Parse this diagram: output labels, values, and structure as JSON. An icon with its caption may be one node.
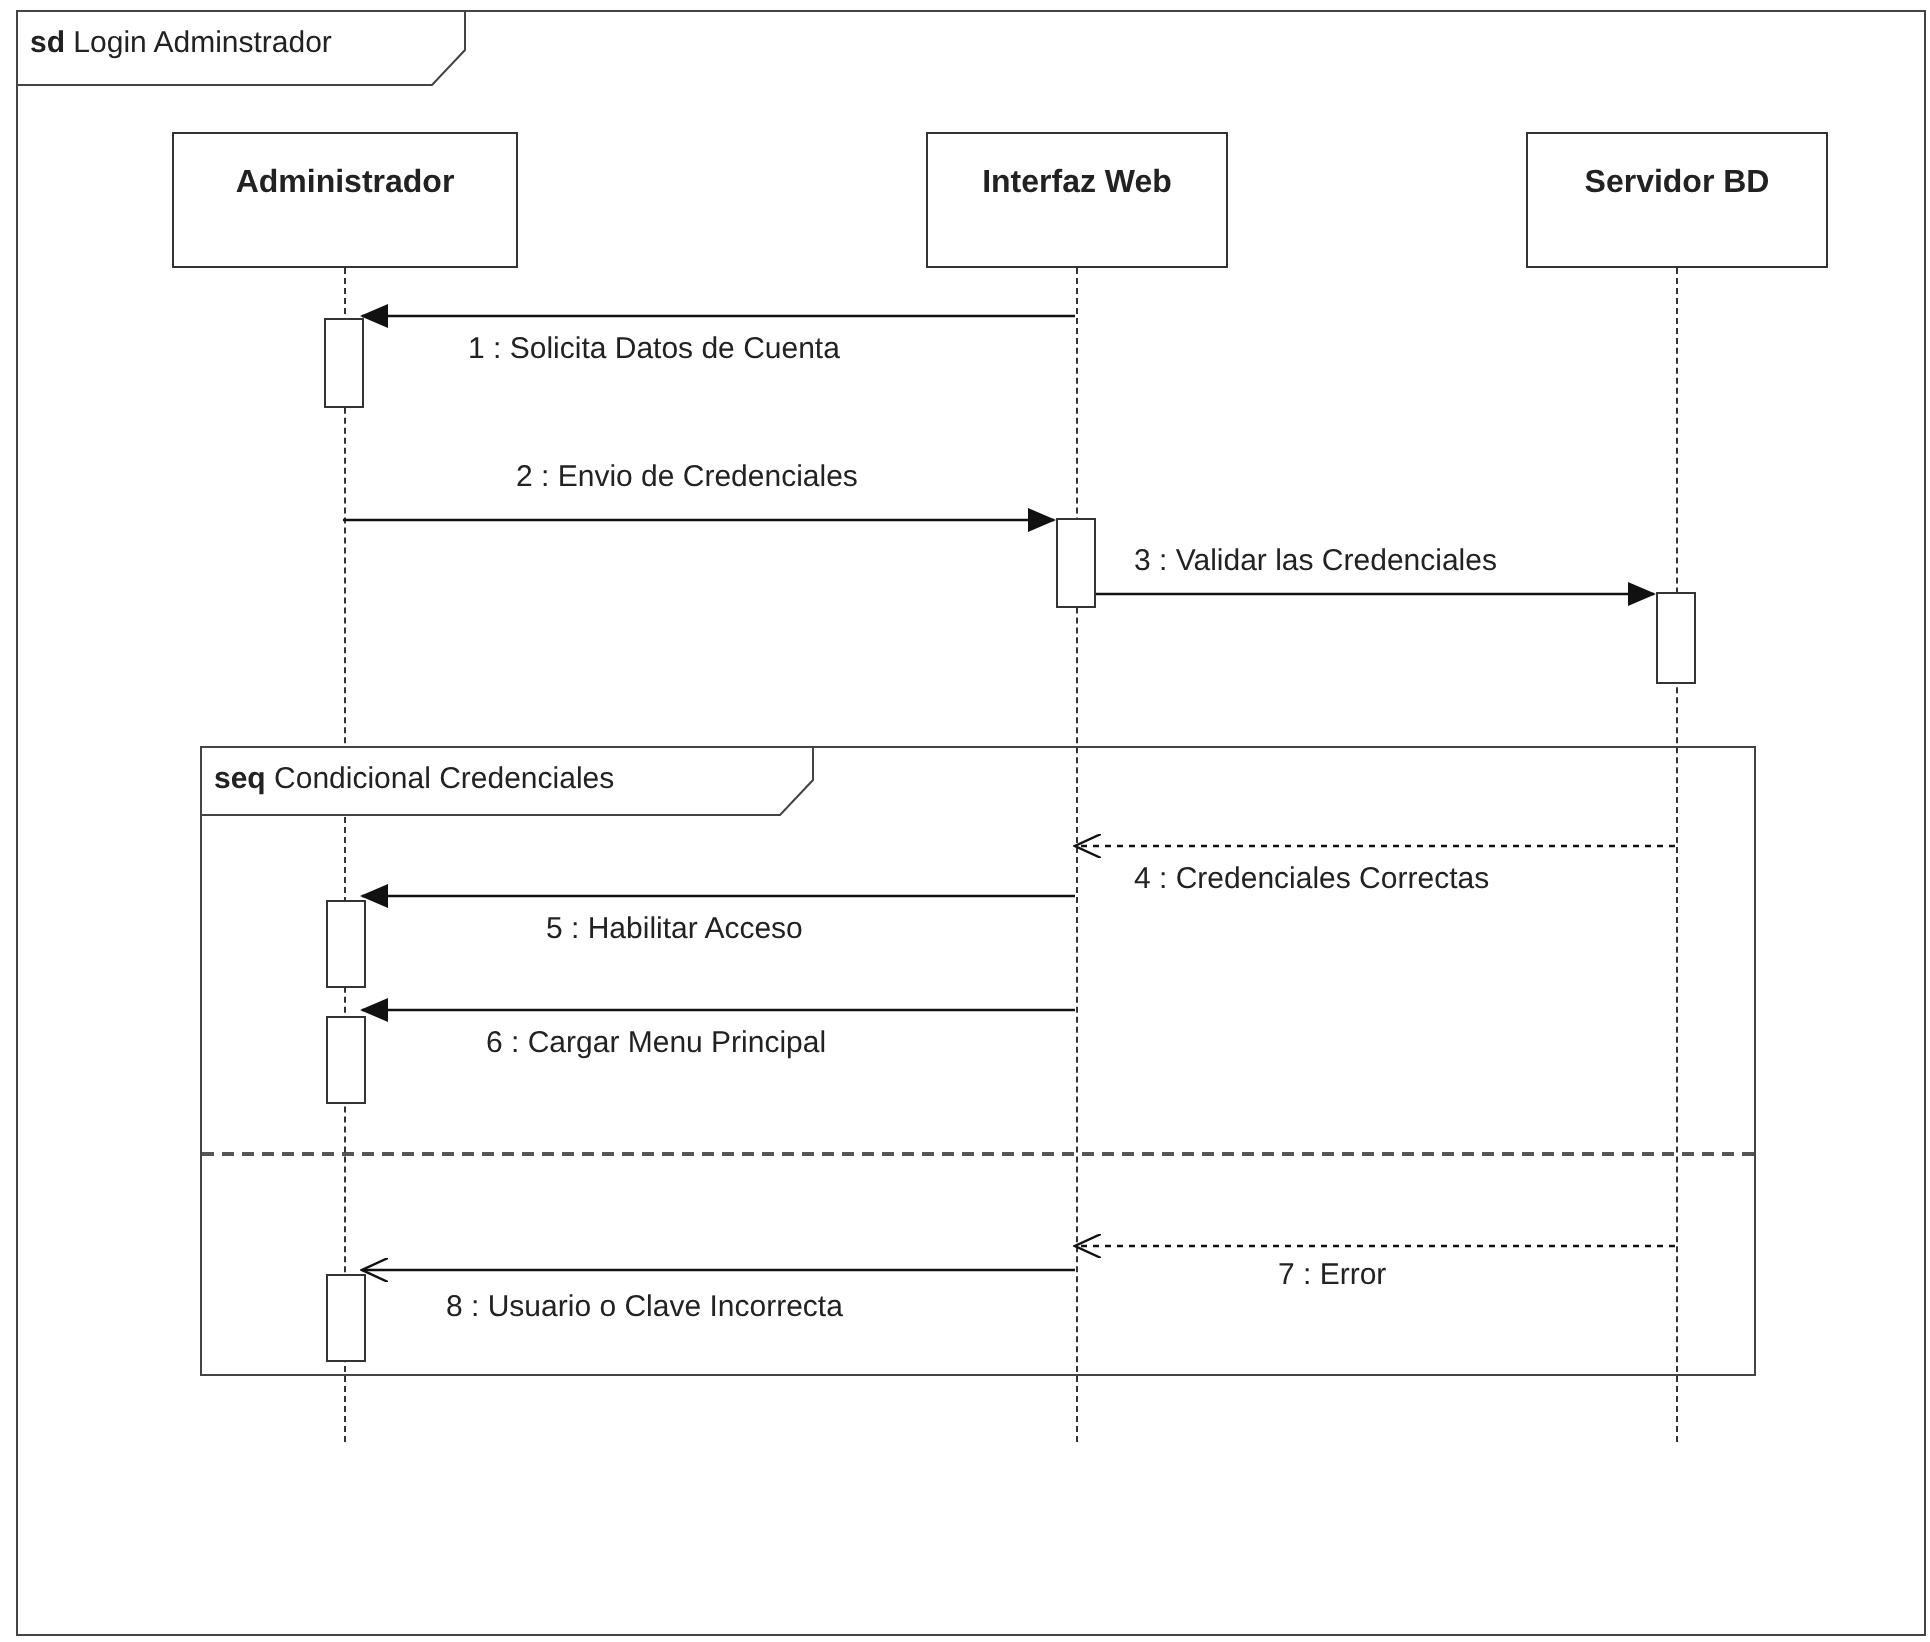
{
  "diagram": {
    "nodes": [
      {
        "text": [
          "**sd** Login Adminstrador"
        ]
      },
      {
        "text": [
          "Administrador"
        ],
        "in": 0
      },
      {
        "text": [
          "Interfaz Web"
        ],
        "in": 0
      },
      {
        "text": [
          "Servidor BD"
        ],
        "in": 0
      },
      {
        "text": [],
        "shape": "bar",
        "in": 0
      },
      {
        "text": [],
        "shape": "bar",
        "in": 0
      },
      {
        "text": [],
        "shape": "bar",
        "in": 0
      },
      {
        "text": [
          "**seq** Condicional Credenciales"
        ],
        "in": 0
      },
      {
        "text": [],
        "shape": "bar",
        "in": 7
      },
      {
        "text": [],
        "shape": "bar",
        "in": 7
      },
      {
        "text": [],
        "shape": "bar",
        "in": 7
      },
      {
        "text": [],
        "shape": "line",
        "in": 0
      },
      {
        "text": [],
        "shape": "line",
        "in": 0
      },
      {
        "text": [],
        "shape": "line",
        "in": 0
      }
    ],
    "edges": [
      {
        "from": 12,
        "to": 4,
        "arrow": "to",
        "label": "1 : Solicita Datos de Cuenta"
      },
      {
        "from": 11,
        "to": 5,
        "arrow": "to",
        "label": "2 : Envio de Credenciales"
      },
      {
        "from": 5,
        "to": 6,
        "arrow": "to",
        "label": "3 : Validar las Credenciales"
      },
      {
        "from": 13,
        "to": 12,
        "arrow": "to",
        "label": "4 : Credenciales Correctas",
        "style": "dashed"
      },
      {
        "from": 12,
        "to": 8,
        "arrow": "to",
        "label": "5 : Habilitar Acceso"
      },
      {
        "from": 12,
        "to": 9,
        "arrow": "to",
        "label": "6 : Cargar Menu Principal"
      },
      {
        "from": 13,
        "to": 12,
        "arrow": "to",
        "label": "7 : Error",
        "style": "dashed"
      },
      {
        "from": 12,
        "to": 10,
        "arrow": "to",
        "label": "8 : Usuario o Clave Incorrecta"
      }
    ]
  }
}
